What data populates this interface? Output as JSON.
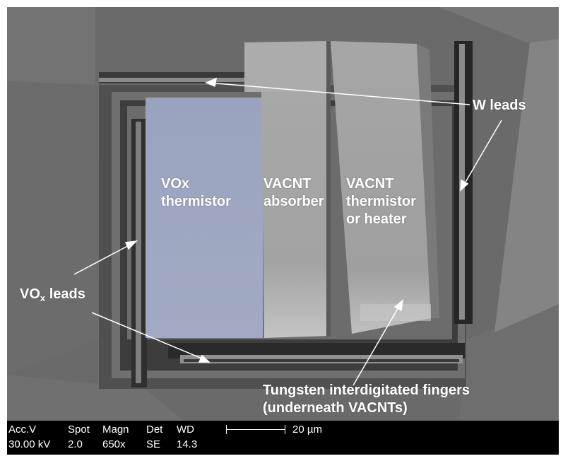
{
  "labels": {
    "w_leads": "W leads",
    "vox_thermistor_line1": "VOx",
    "vox_thermistor_line2": "thermistor",
    "vacnt_absorber_line1": "VACNT",
    "vacnt_absorber_line2": "absorber",
    "vacnt_thermistor_line1": "VACNT",
    "vacnt_thermistor_line2": "thermistor",
    "vacnt_thermistor_line3": "or heater",
    "vox_leads_main": "VO",
    "vox_leads_sub": "x",
    "vox_leads_tail": " leads",
    "tungsten_line1": "Tungsten interdigitated fingers",
    "tungsten_line2": "(underneath VACNTs)"
  },
  "databar": {
    "headers": [
      "Acc.V",
      "Spot",
      "Magn",
      "Det",
      "WD"
    ],
    "values": [
      "30.00 kV",
      "2.0",
      "650x",
      "SE",
      "14.3"
    ],
    "scale_label": "20 µm"
  },
  "colors": {
    "vox_region": "#97a0bb",
    "databar_bg": "#000000",
    "label_text": "#ffffff"
  }
}
